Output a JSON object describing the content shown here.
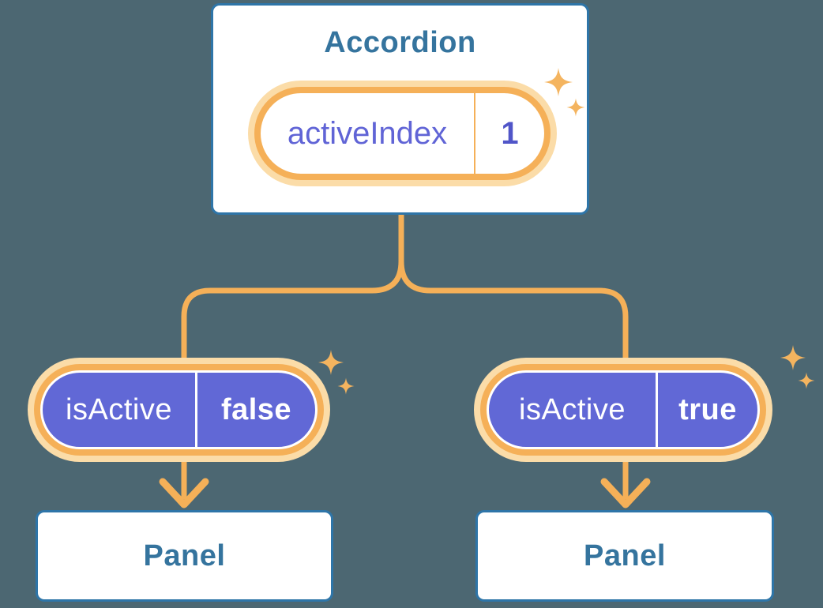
{
  "colors": {
    "background": "#4C6772",
    "card_bg": "#FFFFFF",
    "card_border": "#2E75A8",
    "heading_text": "#35749E",
    "purple_fill": "#6168D6",
    "purple_text": "#6064D6",
    "purple_value": "#5055C8",
    "orange": "#F5B058",
    "orange_halo": "#FBDCA8",
    "sparkle": "#F4B45F"
  },
  "icons": {
    "sparkle": "✦",
    "arrow_down": "↓"
  },
  "accordion": {
    "title": "Accordion",
    "state": {
      "label": "activeIndex",
      "value": "1"
    }
  },
  "children": [
    {
      "prop": {
        "label": "isActive",
        "value": "false"
      },
      "panel": {
        "title": "Panel"
      }
    },
    {
      "prop": {
        "label": "isActive",
        "value": "true"
      },
      "panel": {
        "title": "Panel"
      }
    }
  ]
}
